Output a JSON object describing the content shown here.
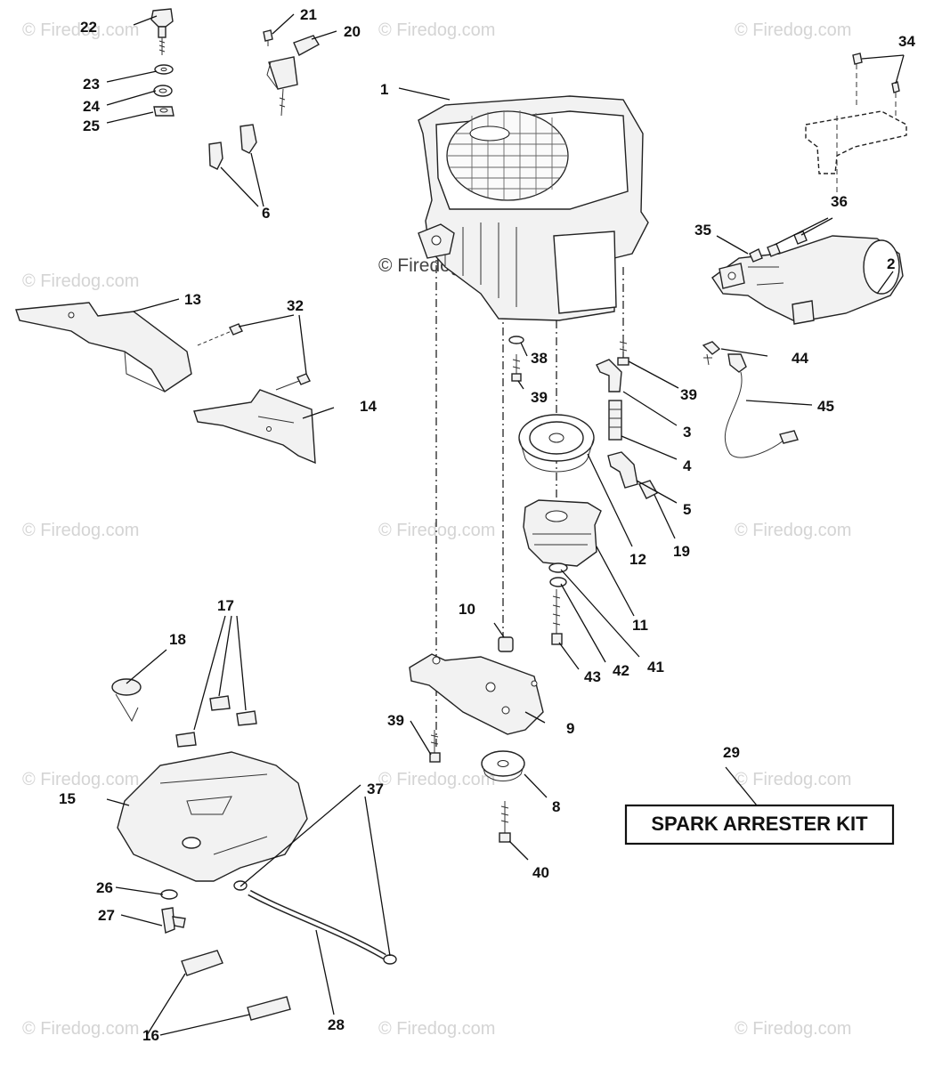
{
  "watermark": "© Firedog.com",
  "kit_label": "SPARK ARRESTER KIT",
  "callouts": {
    "c1": "1",
    "c2": "2",
    "c3": "3",
    "c4": "4",
    "c5": "5",
    "c6": "6",
    "c8": "8",
    "c9": "9",
    "c10": "10",
    "c11": "11",
    "c12": "12",
    "c13": "13",
    "c14": "14",
    "c15": "15",
    "c16": "16",
    "c17": "17",
    "c18": "18",
    "c19": "19",
    "c20": "20",
    "c21": "21",
    "c22": "22",
    "c23": "23",
    "c24": "24",
    "c25": "25",
    "c26": "26",
    "c27": "27",
    "c28": "28",
    "c29": "29",
    "c32": "32",
    "c34": "34",
    "c35": "35",
    "c36": "36",
    "c37": "37",
    "c38": "38",
    "c39a": "39",
    "c39b": "39",
    "c39c": "39",
    "c40": "40",
    "c41": "41",
    "c42": "42",
    "c43": "43",
    "c44": "44",
    "c45": "45"
  }
}
